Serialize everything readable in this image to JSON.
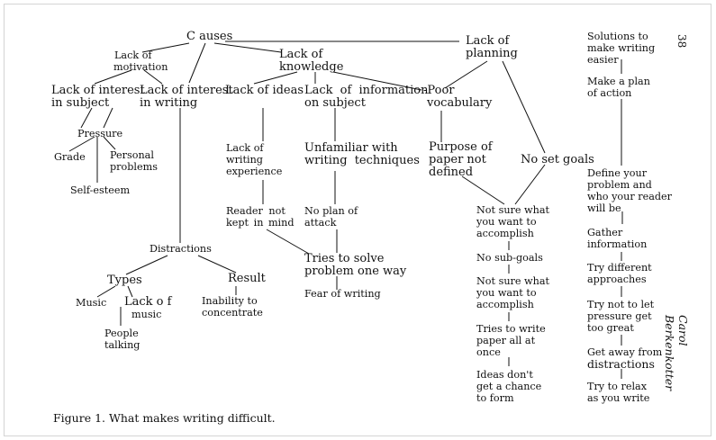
{
  "caption": "Figure 1. What makes writing difficult.",
  "page_number": "38",
  "author": "Carol Berkenkotter",
  "nodes": {
    "causes": "C auses",
    "lack_motivation": [
      "Lack of",
      "motivation"
    ],
    "lack_knowledge": [
      "Lack of",
      "knowledge"
    ],
    "lack_planning": [
      "Lack of",
      "planning"
    ],
    "interest_subject": [
      "Lack of interest",
      "in subject"
    ],
    "interest_writing": [
      "Lack of interest",
      "in writing"
    ],
    "lack_ideas": "Lack of ideas",
    "lack_information": [
      "Lack of information",
      "on subject"
    ],
    "poor_vocabulary": [
      "-Poor",
      "vocabulary"
    ],
    "pressure": "Pressure",
    "grade": "Grade",
    "personal_problems": [
      "Personal",
      "problems"
    ],
    "self_esteem": "Self-esteem",
    "writing_experience": [
      "Lack of",
      "writing",
      "experience"
    ],
    "unfamiliar": [
      "Unfamiliar with",
      "writing techniques"
    ],
    "purpose": [
      "Purpose of",
      "paper not",
      "defined"
    ],
    "no_set_goals": "No set goals",
    "reader_not_kept": [
      "Reader not",
      "kept in mind"
    ],
    "no_plan": [
      "No plan of",
      "attack"
    ],
    "tries_solve": [
      "Tries to solve",
      "problem one way"
    ],
    "fear": "Fear of writing",
    "distractions": "Distractions",
    "types": "Types",
    "result": "Result",
    "music": "Music",
    "lack_of_music": [
      "Lack o f",
      "music"
    ],
    "inability": [
      "Inability to",
      "concentrate"
    ],
    "people_talking": [
      "People",
      "talking"
    ],
    "not_sure_1": [
      "Not sure what",
      "you want to",
      "accomplish"
    ],
    "no_subgoals": "No sub-goals",
    "not_sure_2": [
      "Not sure what",
      "you want to",
      "accomplish"
    ],
    "tries_write": [
      "Tries to write",
      "paper all at",
      "once"
    ],
    "ideas_dont": [
      "Ideas don't",
      "get a chance",
      "to form"
    ],
    "solutions": [
      "Solutions to",
      "make writing",
      "easier"
    ],
    "make_plan": [
      "Make a plan",
      "of action"
    ],
    "define_problem": [
      "Define your",
      "problem and",
      "who your reader",
      "will be"
    ],
    "gather_info": [
      "Gather",
      "information"
    ],
    "try_approaches": [
      "Try different",
      "approaches"
    ],
    "try_pressure": [
      "Try not to let",
      "pressure get",
      "too great"
    ],
    "get_away": [
      "Get away from",
      "distractions"
    ],
    "try_relax": [
      "Try to relax",
      "as you write"
    ]
  }
}
